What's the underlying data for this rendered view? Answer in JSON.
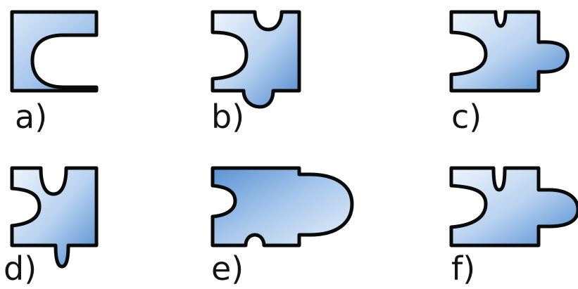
{
  "pieces": [
    {
      "id": "a",
      "label": "a)"
    },
    {
      "id": "b",
      "label": "b)"
    },
    {
      "id": "c",
      "label": "c)"
    },
    {
      "id": "d",
      "label": "d)"
    },
    {
      "id": "e",
      "label": "e)"
    },
    {
      "id": "f",
      "label": "f)"
    }
  ],
  "colors": {
    "fill_light": "#e4eef9",
    "fill_mid": "#a9c8ec",
    "fill_dark": "#4b87cf",
    "outline": "#0a0a0a",
    "label": "#141414",
    "background": "#ffffff"
  }
}
